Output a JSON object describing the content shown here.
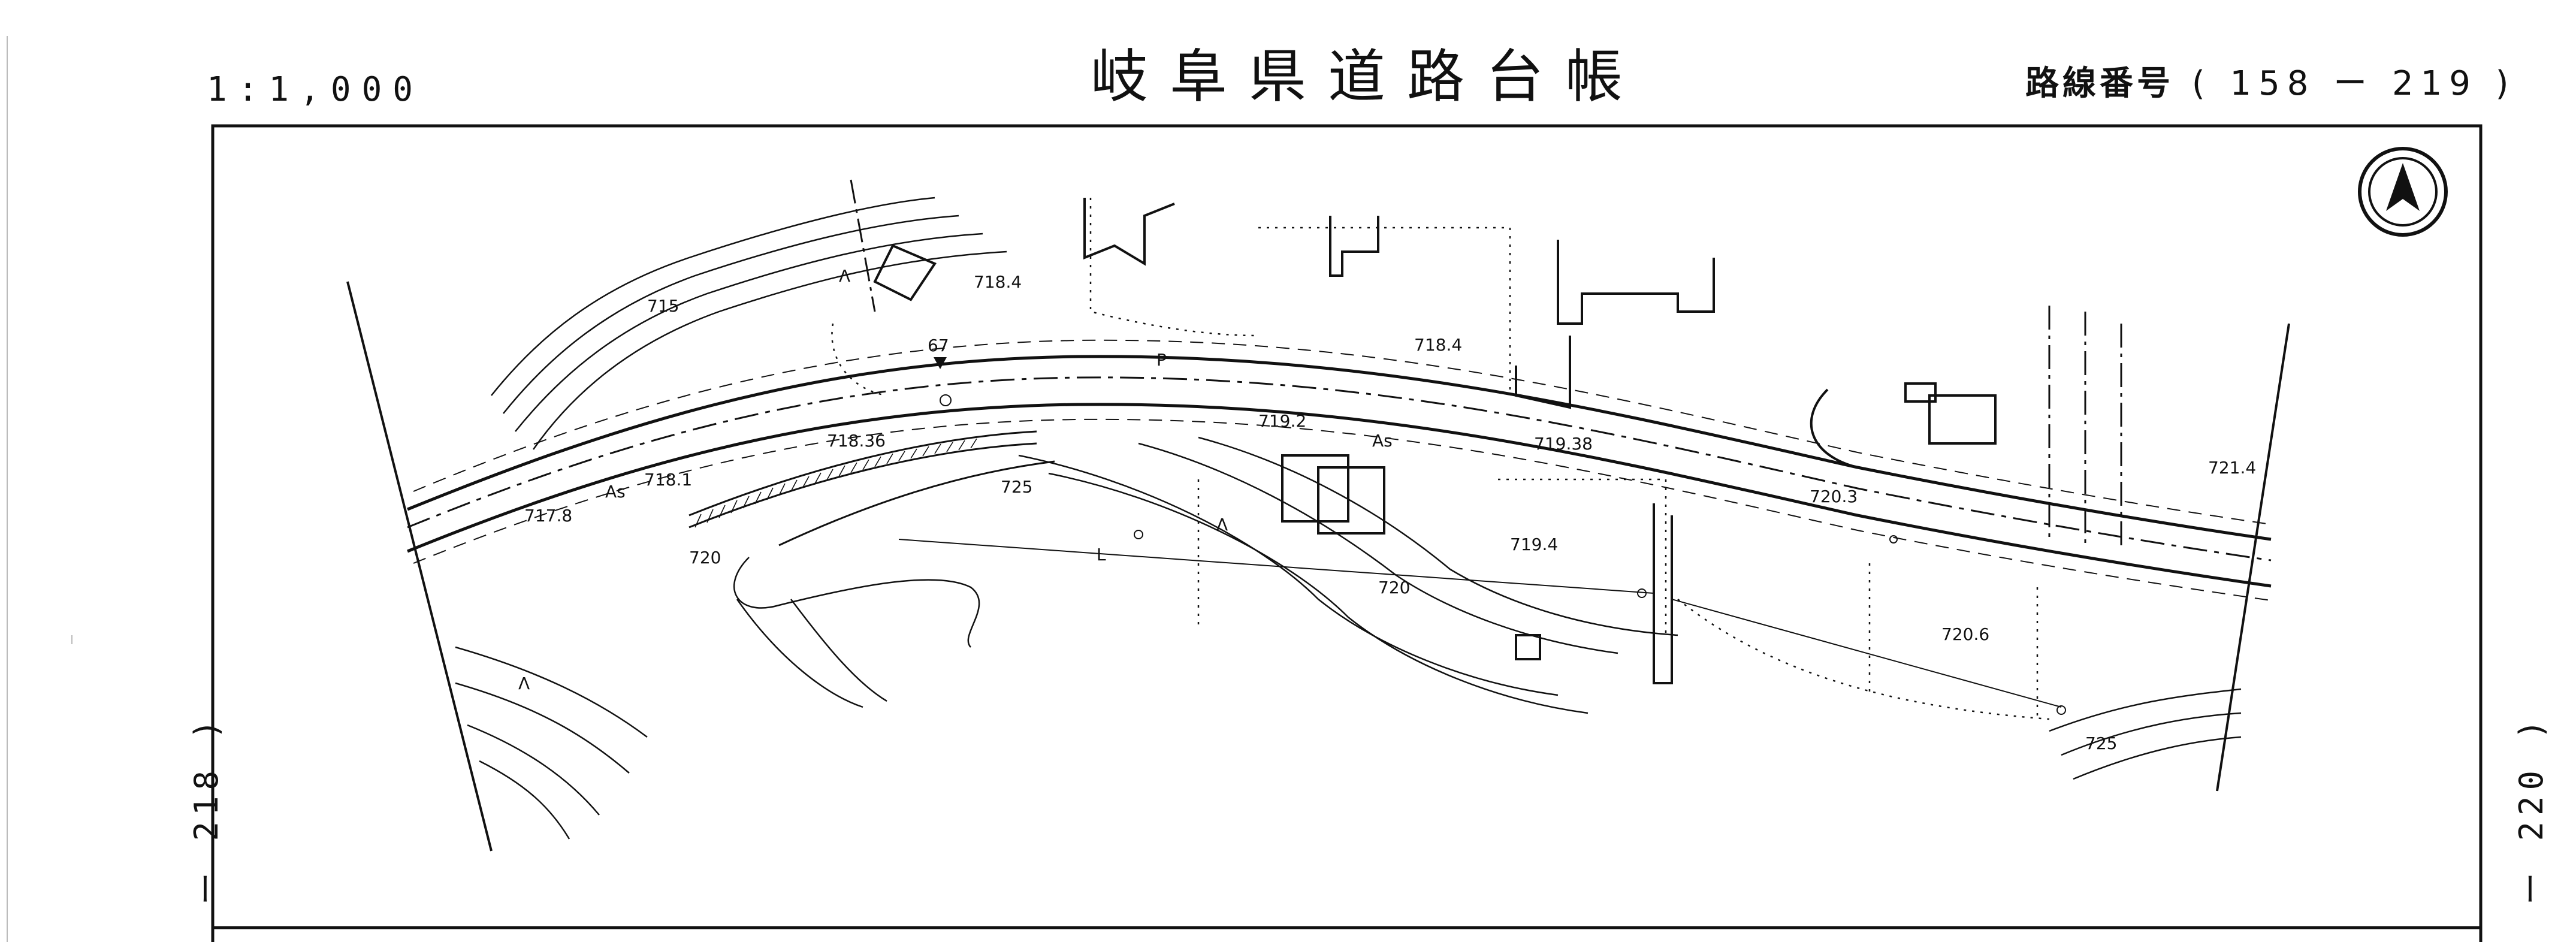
{
  "header": {
    "scale": "1:1,000",
    "title": "岐阜県道路台帳",
    "route_label": "路線番号",
    "route_number": "( 158 ー 219 )"
  },
  "margins": {
    "left_sheet": "ー 218 )",
    "right_sheet": "ー 220 )"
  },
  "map": {
    "north_arrow": "north-arrow-icon",
    "point_number": "67",
    "pavement_labels": [
      "As",
      "As"
    ],
    "elevations": [
      "718.4",
      "718.4",
      "718.36",
      "718.1",
      "717.8",
      "719.2",
      "719.38",
      "719.4",
      "720.3",
      "720.6",
      "721.4"
    ],
    "contours": [
      "715",
      "725",
      "720",
      "720",
      "725"
    ],
    "other_marks": [
      "P",
      "L",
      "Λ",
      "Λ",
      "Λ"
    ],
    "line_color": "#111111"
  }
}
